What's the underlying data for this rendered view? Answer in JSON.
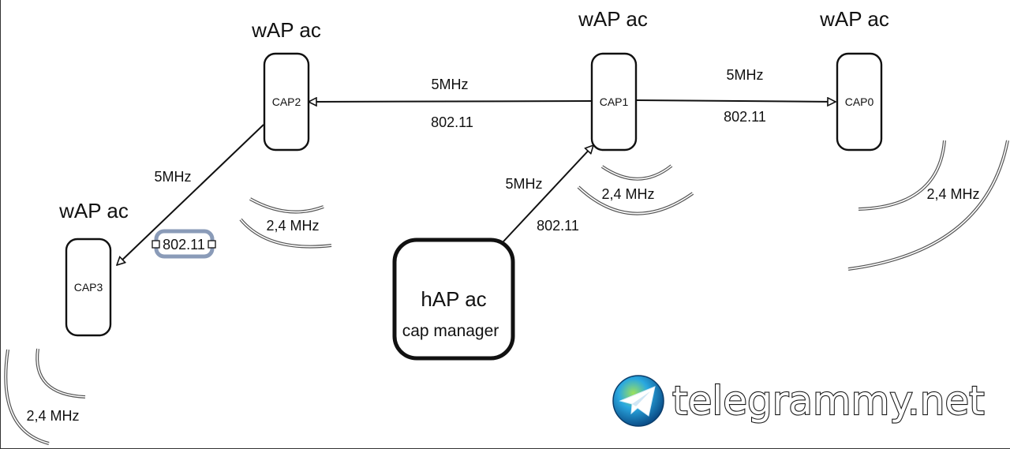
{
  "diagram": {
    "nodes": {
      "cap0": {
        "title": "wAP ac",
        "label": "CAP0"
      },
      "cap1": {
        "title": "wAP ac",
        "label": "CAP1"
      },
      "cap2": {
        "title": "wAP ac",
        "label": "CAP2"
      },
      "cap3": {
        "title": "wAP ac",
        "label": "CAP3"
      },
      "manager": {
        "title": "hAP ac",
        "subtitle": "cap manager"
      }
    },
    "links": {
      "cap1_to_cap2": {
        "band": "5MHz",
        "standard": "802.11"
      },
      "cap1_to_cap0": {
        "band": "5MHz",
        "standard": "802.11"
      },
      "cap2_to_cap3": {
        "band": "5MHz",
        "standard": "802.11"
      },
      "manager_to_cap1": {
        "band": "5MHz",
        "standard": "802.11"
      }
    },
    "coverage": {
      "cap0": "2,4 MHz",
      "cap1": "2,4 MHz",
      "cap2": "2,4 MHz",
      "cap3": "2,4 MHz"
    },
    "selection_color": "#8a9bb8"
  },
  "watermark": {
    "text": "telegrammy.net",
    "icon": "telegram-globe-icon"
  }
}
